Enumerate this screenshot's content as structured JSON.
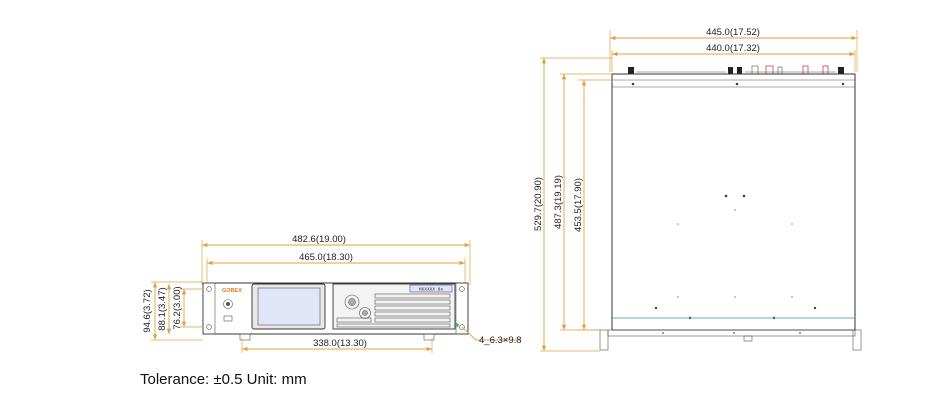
{
  "front_view": {
    "dimensions": {
      "overall_width": "482.6(19.00)",
      "body_width": "465.0(18.30)",
      "foot_spacing": "338.0(13.30)",
      "overall_height": "94.6(3.72)",
      "body_height": "88.1(3.47)",
      "mount_height": "76.2(3.00)",
      "mount_hole": "4_6.3×9.8"
    },
    "logo_text": "GOBEX",
    "display_text": "HXXXXX 8x"
  },
  "top_view": {
    "dimensions": {
      "overall_width": "445.0(17.52)",
      "body_width": "440.0(17.32)",
      "overall_depth": "529.7(20.90)",
      "body_depth": "487.3(19.19)",
      "inner_depth": "453.5(17.90)"
    }
  },
  "footer": {
    "tolerance_text": "Tolerance: ±0.5 Unit: mm"
  },
  "colors": {
    "dimension_line": "#e0a040",
    "outline": "#333333",
    "screen_blue": "#dfe6f7",
    "accent_green": "#4caf50",
    "accent_red": "#d04040"
  }
}
